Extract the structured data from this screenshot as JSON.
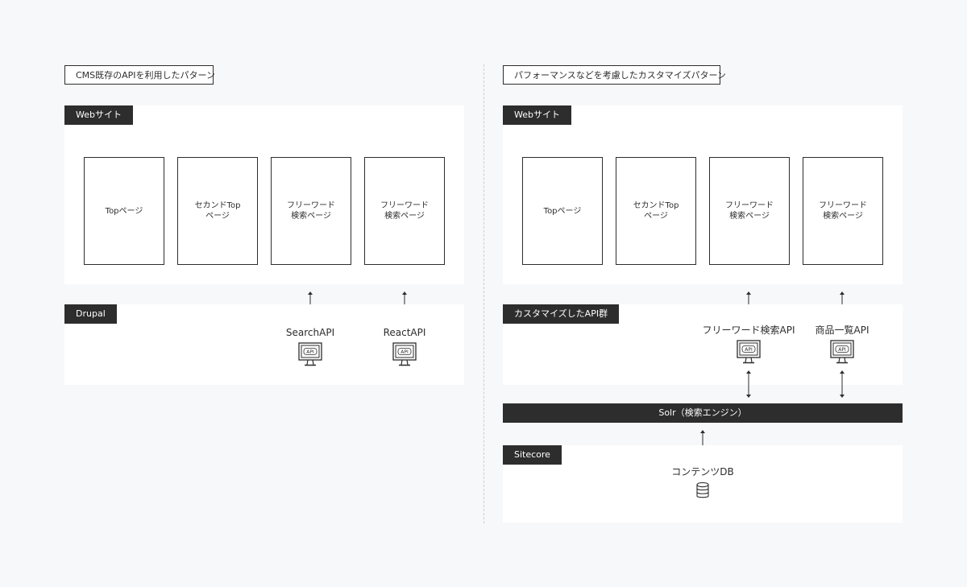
{
  "left": {
    "title": "CMS既存のAPIを利用したパターン",
    "website_tag": "Webサイト",
    "pages": [
      "Topページ",
      "セカンドTop\nページ",
      "フリーワード\n検索ページ",
      "フリーワード\n検索ページ"
    ],
    "backend_tag": "Drupal",
    "apis": [
      "SearchAPI",
      "ReactAPI"
    ],
    "api_icon_text": "API"
  },
  "right": {
    "title": "パフォーマンスなどを考慮したカスタマイズパターン",
    "website_tag": "Webサイト",
    "pages": [
      "Topページ",
      "セカンドTop\nページ",
      "フリーワード\n検索ページ",
      "フリーワード\n検索ページ"
    ],
    "backend_tag": "カスタマイズしたAPI群",
    "apis": [
      "フリーワード検索API",
      "商品一覧API"
    ],
    "api_icon_text": "API",
    "engine_bar": "Solr（検索エンジン）",
    "cms_tag": "Sitecore",
    "db_label": "コンテンツDB"
  },
  "colors": {
    "dark": "#2d2d2d",
    "panel": "#ffffff",
    "background": "#f7f8fa"
  },
  "icons": [
    "api-monitor-icon",
    "database-icon",
    "double-arrow-icon"
  ]
}
